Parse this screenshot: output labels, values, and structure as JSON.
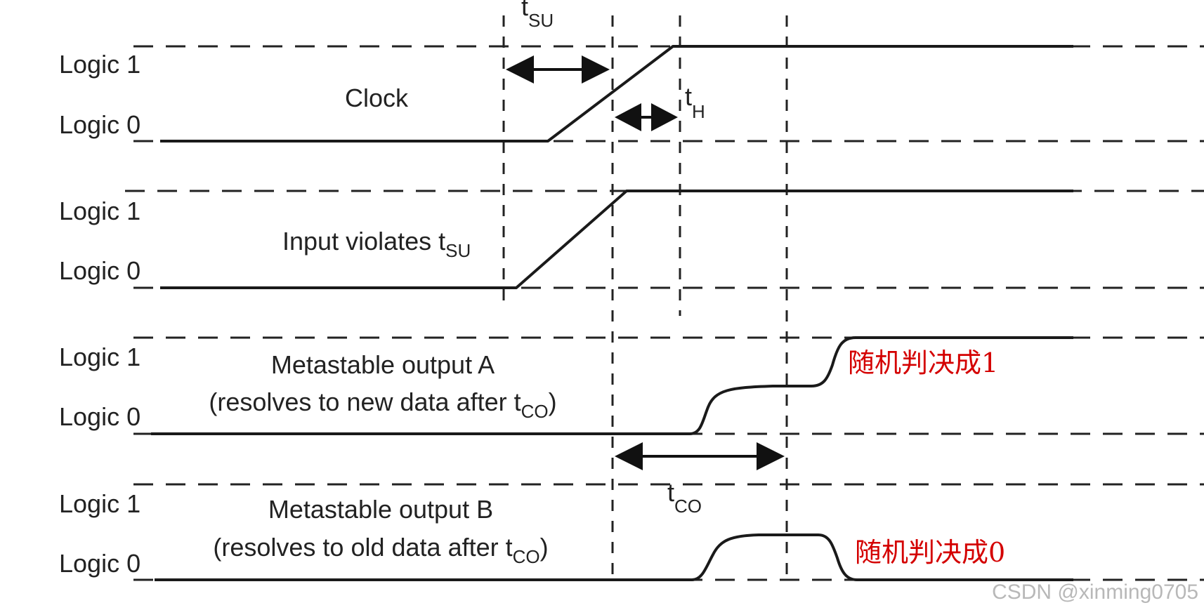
{
  "signals": [
    {
      "id": "clock",
      "name": "Clock",
      "level_high": "Logic 1",
      "level_low": "Logic 0"
    },
    {
      "id": "input",
      "name": "Input violates t",
      "name_sub": "SU",
      "level_high": "Logic 1",
      "level_low": "Logic 0"
    },
    {
      "id": "output_a",
      "name": "Metastable output A",
      "note_prefix": "(resolves to new data after t",
      "note_sub": "CO",
      "note_suffix": ")",
      "level_high": "Logic 1",
      "level_low": "Logic 0",
      "annotation": "随机判决成1"
    },
    {
      "id": "output_b",
      "name": "Metastable output B",
      "note_prefix": "(resolves to old data after t",
      "note_sub": "CO",
      "note_suffix": ")",
      "level_high": "Logic 1",
      "level_low": "Logic 0",
      "annotation": "随机判决成0"
    }
  ],
  "timing": {
    "setup": {
      "t": "t",
      "sub": "SU"
    },
    "hold": {
      "t": "t",
      "sub": "H"
    },
    "clock_to_out": {
      "t": "t",
      "sub": "CO"
    }
  },
  "annotation_color": "#d40000",
  "watermark": "CSDN @xinming0705",
  "watermark_color": "#b8b8b8"
}
